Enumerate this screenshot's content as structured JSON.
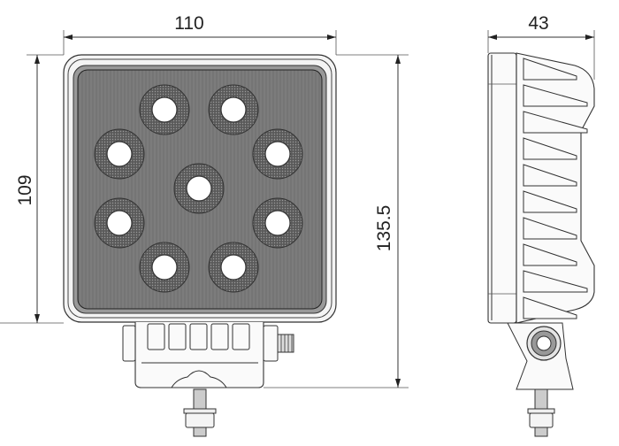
{
  "dimensions": {
    "front_width": "110",
    "front_height": "109",
    "total_height": "135.5",
    "depth": "43"
  },
  "colors": {
    "panel": "#7a7a7a",
    "line": "#333333",
    "led_ring": "#555555"
  },
  "led_count": 9,
  "side_fin_count": 10
}
